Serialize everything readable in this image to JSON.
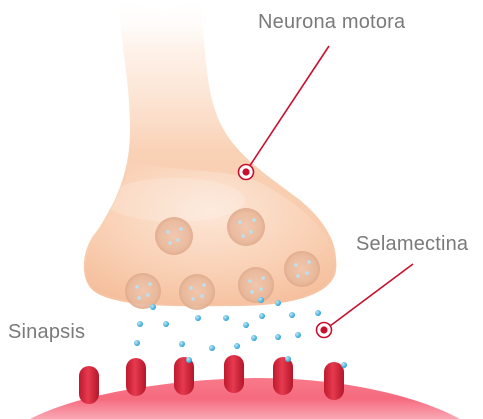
{
  "labels": {
    "motor_neuron": "Neurona motora",
    "drug": "Selamectina",
    "synapse": "Sinapsis"
  },
  "colors": {
    "neuron": "#f8c7a5",
    "neuron_highlight": "#fde8d8",
    "vesicle": "#e3b39a",
    "neurotransmitter": "#4fb6e3",
    "receptor": "#d8273c",
    "muscle": "#f25b6f",
    "pointer": "#c8102e",
    "label_text": "#7a7a7a"
  },
  "icons": {
    "pointer_marker": "target-dot-icon"
  }
}
